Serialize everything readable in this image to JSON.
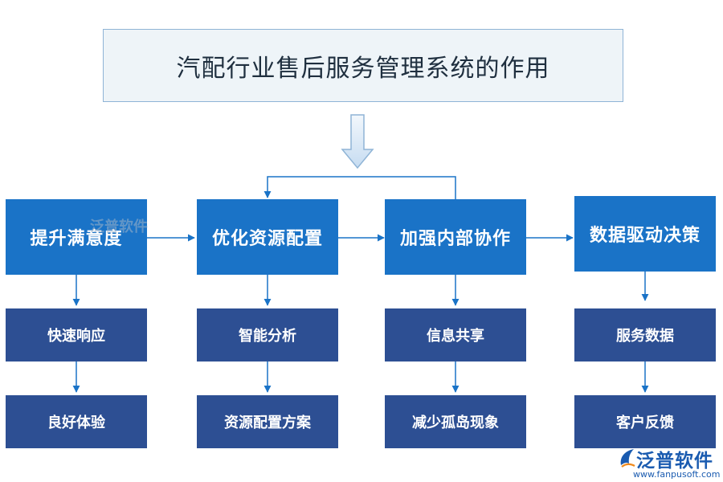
{
  "title": "汽配行业售后服务管理系统的作用",
  "columns": [
    {
      "main": "提升满意度",
      "subs": [
        "快速响应",
        "良好体验"
      ]
    },
    {
      "main": "优化资源配置",
      "subs": [
        "智能分析",
        "资源配置方案"
      ]
    },
    {
      "main": "加强内部协作",
      "subs": [
        "信息共享",
        "减少孤岛现象"
      ]
    },
    {
      "main": "数据驱动决策",
      "subs": [
        "服务数据",
        "客户反馈"
      ]
    }
  ],
  "watermark": "泛普软件",
  "logo": {
    "name": "泛普软件",
    "url": "www.fanpusoft.com"
  },
  "colors": {
    "main_box": "#1a73c7",
    "sub_box": "#2d4f93",
    "title_bg": "#eef4f8",
    "title_border": "#8fb4d6",
    "connector": "#1a73c7"
  }
}
